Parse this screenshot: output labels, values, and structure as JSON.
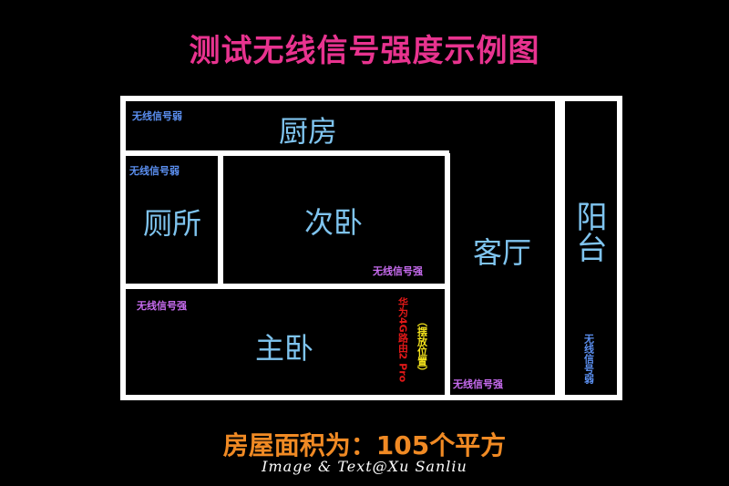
{
  "title": "测试无线信号强度示例图",
  "rooms": {
    "kitchen": "厨房",
    "toilet": "厕所",
    "second_bedroom": "次卧",
    "living_room": "客厅",
    "balcony": "阳台",
    "master_bedroom": "主卧"
  },
  "signals": {
    "kitchen": "无线信号弱",
    "toilet": "无线信号弱",
    "second_bedroom": "无线信号强",
    "master_bedroom": "无线信号强",
    "living_room": "无线信号强",
    "balcony": "无线信号弱"
  },
  "router": {
    "name": "华为4G路由2 Pro",
    "placement_note": "（摆放位置）"
  },
  "area": "房屋面积为：105个平方",
  "credit": "Image & Text@Xu Sanliu",
  "colors": {
    "title": "#e8338f",
    "walls": "#ffffff",
    "room_name": "#7fc4ef",
    "signal_weak": "#5b8ff0",
    "signal_strong": "#c86cf0",
    "router": "#e01818",
    "placement": "#f3e21c",
    "area": "#f08a24"
  }
}
